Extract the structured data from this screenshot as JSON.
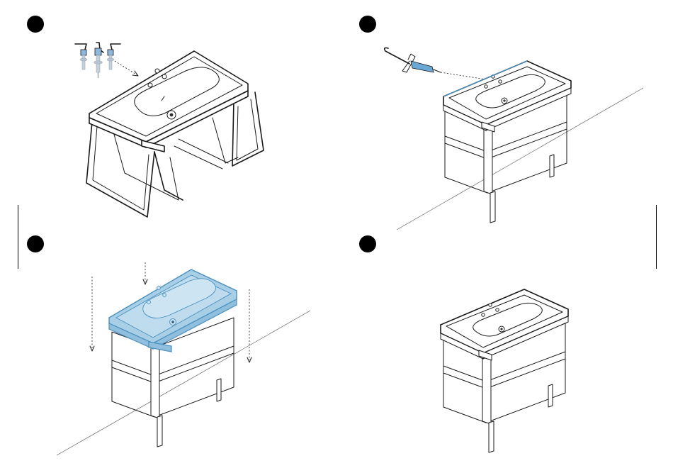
{
  "steps": [
    {
      "id": 1,
      "action": "fit-faucet"
    },
    {
      "id": 2,
      "action": "apply-sealant"
    },
    {
      "id": 3,
      "action": "lower-basin-onto-cabinet"
    },
    {
      "id": 4,
      "action": "completed-assembly"
    }
  ],
  "colors": {
    "line": "#1a1a1a",
    "marker": "#000000",
    "highlight_fill": "#a9cfe6",
    "highlight_stroke": "#4a90c0",
    "sealant": "#6aa8d6",
    "faucet_ghost": "#b8c4d0"
  },
  "icons": [
    "faucet-icon",
    "caulk-gun-icon",
    "basin-icon",
    "cabinet-icon",
    "down-arrow-icon"
  ]
}
